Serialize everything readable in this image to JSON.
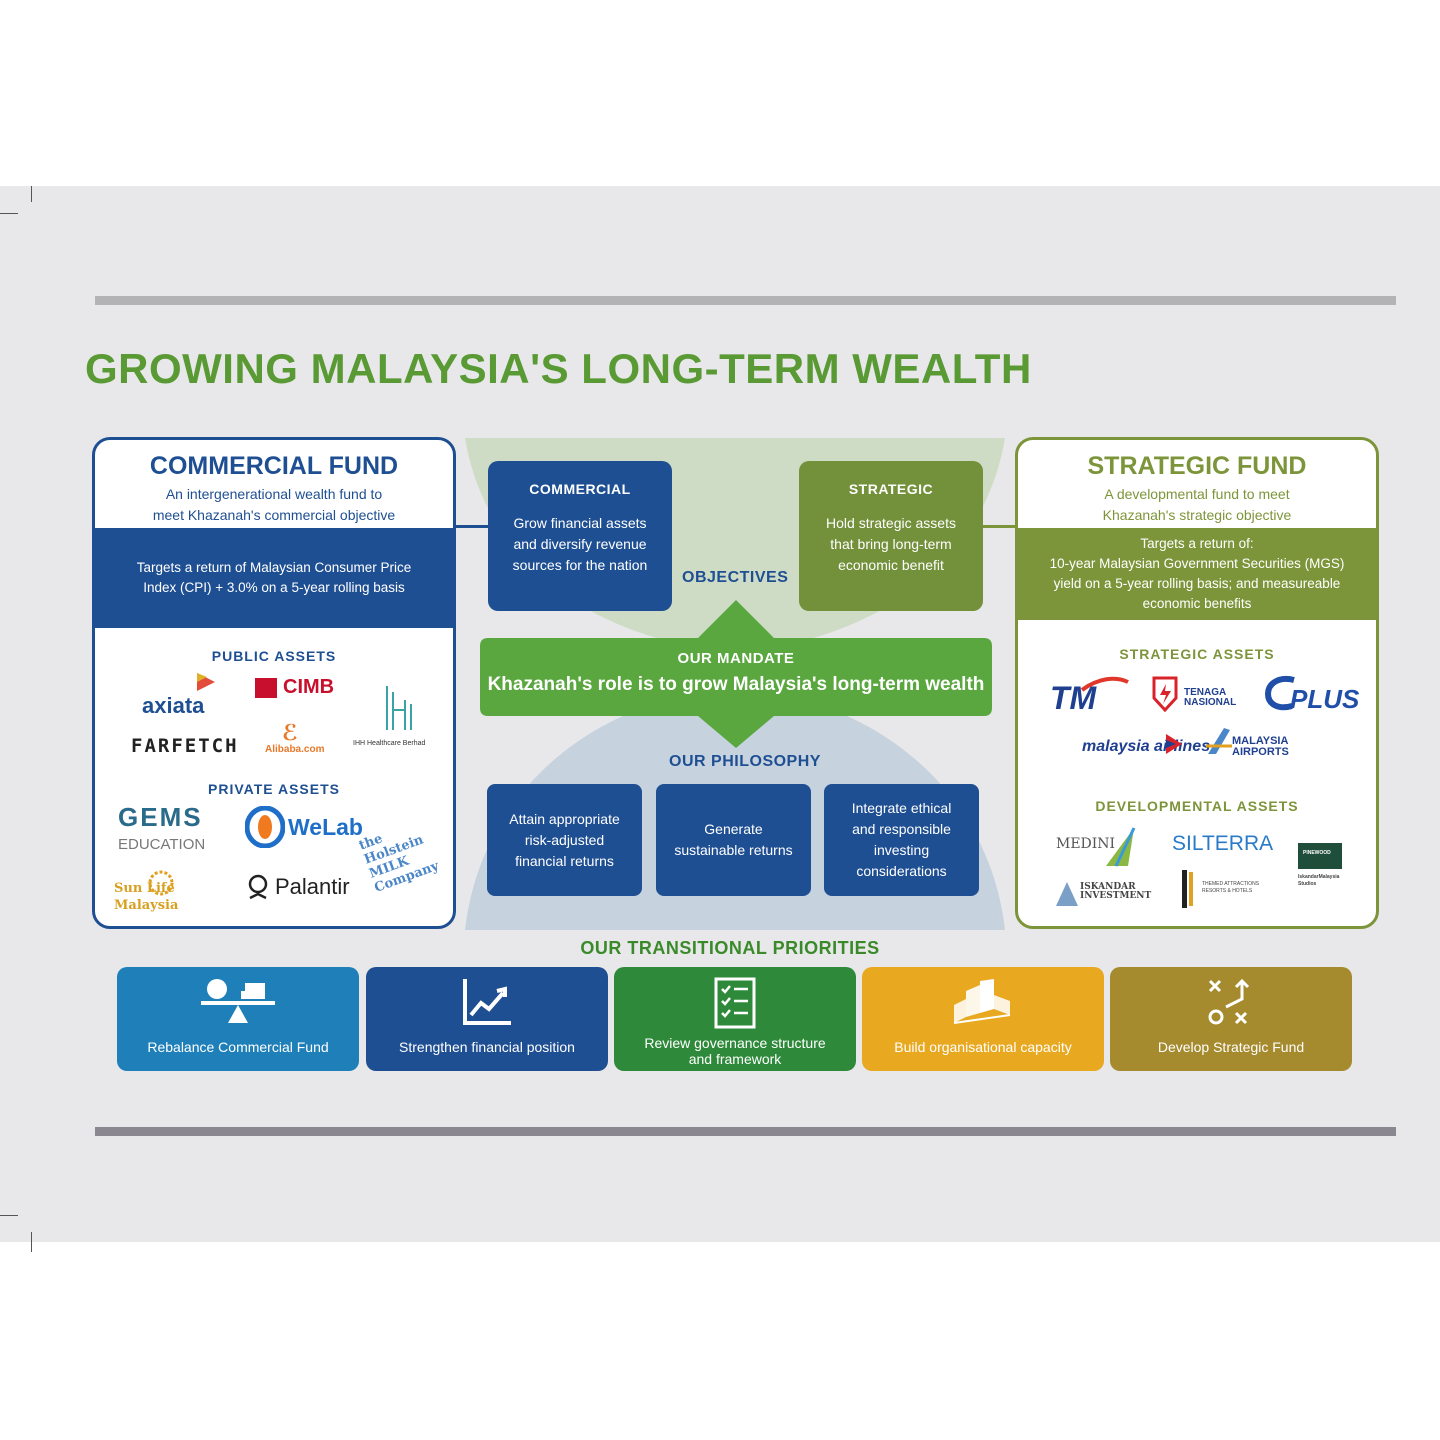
{
  "title": "GROWING MALAYSIA'S LONG-TERM WEALTH",
  "commercial_fund": {
    "title": "COMMERCIAL FUND",
    "subtitle_line1": "An intergenerational wealth fund to",
    "subtitle_line2": "meet Khazanah's commercial objective",
    "target_line1": "Targets a return of Malaysian Consumer Price",
    "target_line2": "Index (CPI) + 3.0%  on a 5-year rolling basis",
    "public_assets_label": "PUBLIC ASSETS",
    "public_assets": [
      "axiata",
      "CIMB",
      "FARFETCH",
      "Alibaba.com",
      "IHH Healthcare Berhad"
    ],
    "private_assets_label": "PRIVATE ASSETS",
    "private_assets": [
      "GEMS",
      "EDUCATION",
      "WeLab",
      "the Holstein MILK Company",
      "Sun Life Malaysia",
      "Palantir"
    ]
  },
  "strategic_fund": {
    "title": "STRATEGIC FUND",
    "subtitle_line1": "A developmental fund to meet",
    "subtitle_line2": "Khazanah's strategic objective",
    "target_line1": "Targets a return of:",
    "target_line2": "10-year Malaysian Government Securities (MGS)",
    "target_line3": "yield on a 5-year rolling basis; and measureable",
    "target_line4": "economic benefits",
    "strategic_assets_label": "STRATEGIC ASSETS",
    "strategic_assets": [
      "TM",
      "TENAGA NASIONAL",
      "PLUS",
      "malaysia airlines",
      "MALAYSIA AIRPORTS"
    ],
    "developmental_assets_label": "DEVELOPMENTAL ASSETS",
    "developmental_assets": [
      "MEDINI",
      "SILTERRA",
      "PINEWOOD",
      "ISKANDAR INVESTMENT",
      "THEMED ATTRACTIONS RESORTS & HOTELS",
      "IskandarMalaysia Studios"
    ]
  },
  "objectives": {
    "label": "OBJECTIVES",
    "commercial": {
      "heading": "COMMERCIAL",
      "line1": "Grow financial assets",
      "line2": "and diversify revenue",
      "line3": "sources for the nation"
    },
    "strategic": {
      "heading": "STRATEGIC",
      "line1": "Hold strategic assets",
      "line2": "that bring long-term",
      "line3": "economic benefit"
    }
  },
  "mandate": {
    "heading": "OUR MANDATE",
    "text": "Khazanah's role is to grow Malaysia's long-term wealth"
  },
  "philosophy": {
    "label": "OUR PHILOSOPHY",
    "items": [
      {
        "line1": "Attain appropriate",
        "line2": "risk-adjusted",
        "line3": "financial returns"
      },
      {
        "line1": "Generate",
        "line2": "sustainable returns",
        "line3": ""
      },
      {
        "line1": "Integrate ethical",
        "line2": "and responsible",
        "line3": "investing",
        "line4": "considerations"
      }
    ]
  },
  "priorities": {
    "label": "OUR TRANSITIONAL PRIORITIES",
    "items": [
      {
        "label": "Rebalance Commercial Fund",
        "icon": "balance-scale-icon",
        "color": "#1f7fb8"
      },
      {
        "label": "Strengthen financial position",
        "icon": "growth-chart-icon",
        "color": "#1f4f93"
      },
      {
        "label_line1": "Review governance structure",
        "label_line2": "and framework",
        "icon": "checklist-icon",
        "color": "#2e8a3a"
      },
      {
        "label": "Build organisational capacity",
        "icon": "building-blocks-icon",
        "color": "#e8a820"
      },
      {
        "label": "Develop Strategic Fund",
        "icon": "strategy-play-icon",
        "color": "#a58a2e"
      }
    ]
  },
  "colors": {
    "commercial_blue": "#1f4f93",
    "strategic_green": "#7d953a",
    "title_green": "#5a9a35",
    "mandate_green": "#5aa73f"
  }
}
